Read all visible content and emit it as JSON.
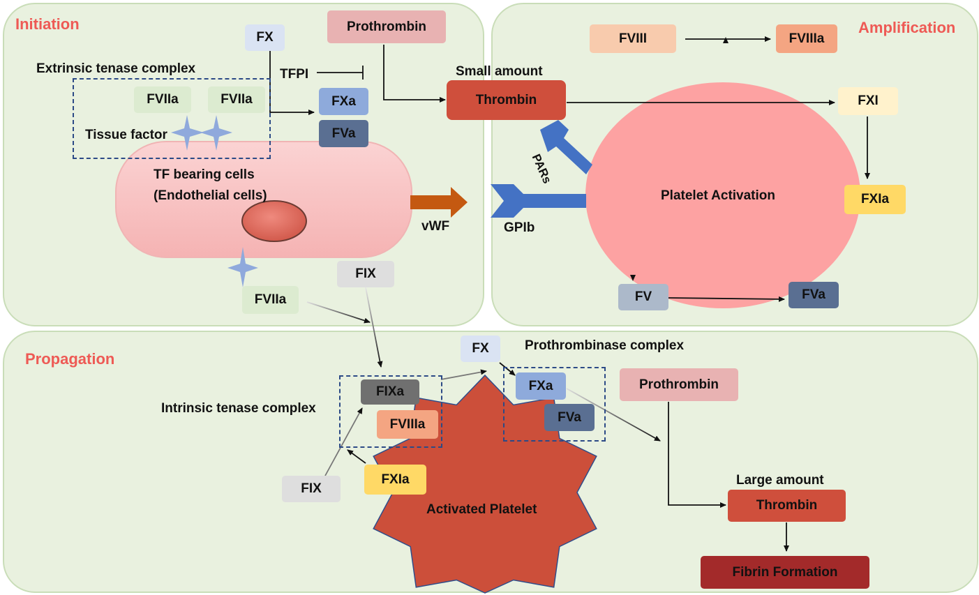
{
  "panels": {
    "initiation": "Initiation",
    "amplification": "Amplification",
    "propagation": "Propagation"
  },
  "initiation": {
    "fx": "FX",
    "prothrombin": "Prothrombin",
    "extrinsic_label": "Extrinsic tenase complex",
    "tfpi": "TFPI",
    "fviia_1": "FVIIa",
    "fviia_2": "FVIIa",
    "tissue_factor": "Tissue factor",
    "fxa": "FXa",
    "fva": "FVa",
    "tf_cells_line1": "TF bearing cells",
    "tf_cells_line2": "(Endothelial cells)",
    "fviia_3": "FVIIa",
    "fix": "FIX",
    "vwf": "vWF"
  },
  "amplification": {
    "small_amount": "Small amount",
    "thrombin": "Thrombin",
    "fviii": "FVIII",
    "fviiia": "FVIIIa",
    "fxi": "FXI",
    "fxia": "FXIa",
    "pars": "PARs",
    "gpib": "GPIb",
    "platelet_activation": "Platelet Activation",
    "fv": "FV",
    "fva": "FVa"
  },
  "propagation": {
    "fx": "FX",
    "prothrombinase_label": "Prothrombinase complex",
    "fixa": "FIXa",
    "fviiia": "FVIIIa",
    "intrinsic_label": "Intrinsic tenase complex",
    "fxa": "FXa",
    "fva": "FVa",
    "prothrombin": "Prothrombin",
    "fix": "FIX",
    "fxia": "FXIa",
    "activated_platelet": "Activated Platelet",
    "large_amount": "Large amount",
    "thrombin": "Thrombin",
    "fibrin": "Fibrin Formation"
  },
  "colors": {
    "panel_bg": "#e9f1df",
    "panel_title": "#ee5a55",
    "thrombin": "#cf4f3c",
    "platelet": "#fda2a2",
    "activated_platelet": "#cc4f3a",
    "receptor": "#4472c4",
    "vwf_arrow": "#c45911",
    "fibrin": "#a32a2a"
  }
}
